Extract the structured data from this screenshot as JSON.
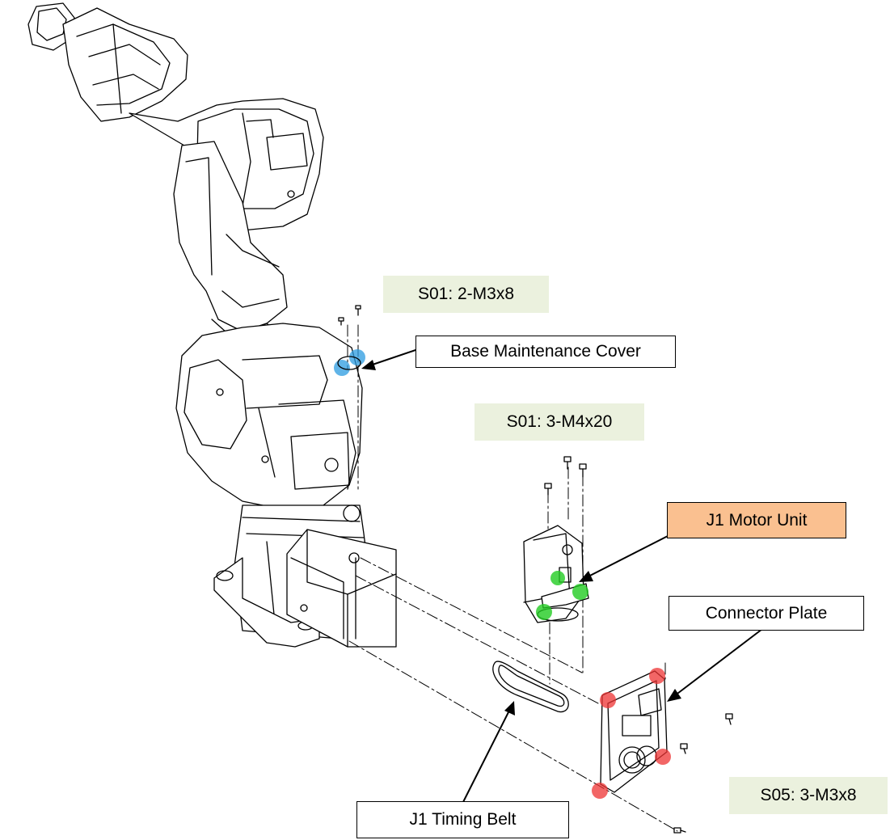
{
  "labels": {
    "screws_top": "S01: 2-M3x8",
    "base_cover": "Base Maintenance Cover",
    "screws_motor": "S01: 3-M4x20",
    "motor_unit": "J1 Motor Unit",
    "connector_plate": "Connector Plate",
    "screws_plate": "S05: 3-M3x8",
    "timing_belt": "J1 Timing Belt"
  },
  "colors": {
    "highlight_blue": "#2b9be0",
    "highlight_green": "#22cc22",
    "highlight_red": "#ee3333",
    "motor_label_fill": "#fac090",
    "screw_label_fill": "#ebf1de"
  }
}
